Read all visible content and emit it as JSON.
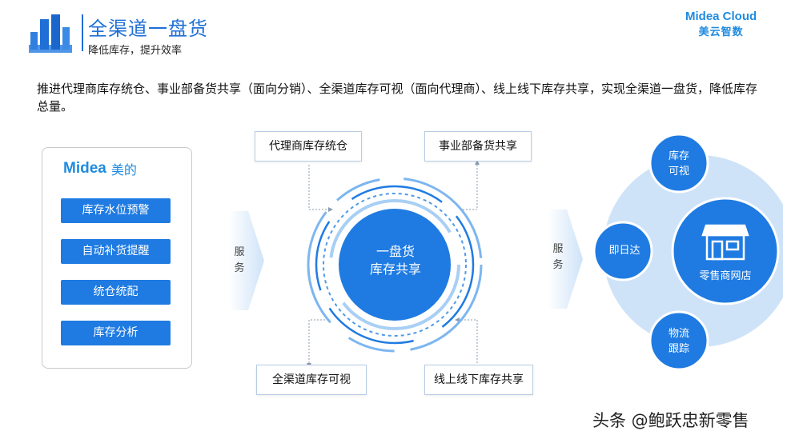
{
  "header": {
    "title": "全渠道一盘货",
    "subtitle": "降低库存，提升效率"
  },
  "brand": {
    "name_en": "Midea Cloud",
    "name_cn": "美云智数"
  },
  "intro": "推进代理商库存统仓、事业部备货共享（面向分销）、全渠道库存可视（面向代理商）、线上线下库存共享，实现全渠道一盘货，降低库存总量。",
  "left_panel": {
    "logo_en": "Midea",
    "logo_cn": "美的",
    "features": [
      "库存水位预警",
      "自动补货提醒",
      "统仓统配",
      "库存分析"
    ]
  },
  "service_label": "服务",
  "service_chars": [
    "服",
    "务"
  ],
  "center": {
    "line1": "一盘货",
    "line2": "库存共享"
  },
  "boxes": {
    "top_left": "代理商库存统仓",
    "top_right": "事业部备货共享",
    "bottom_left": "全渠道库存可视",
    "bottom_right": "线上线下库存共享"
  },
  "bubbles": {
    "top_line1": "库存",
    "top_line2": "可视",
    "left": "即日达",
    "main": "零售商网店",
    "bottom_line1": "物流",
    "bottom_line2": "跟踪"
  },
  "watermark": "头条 @鲍跃忠新零售",
  "colors": {
    "primary": "#1f7be2",
    "accent": "#1f8be0",
    "ring_light": "#5aa6ee"
  },
  "icons": [
    "bar-logo-icon",
    "storefront-icon"
  ]
}
